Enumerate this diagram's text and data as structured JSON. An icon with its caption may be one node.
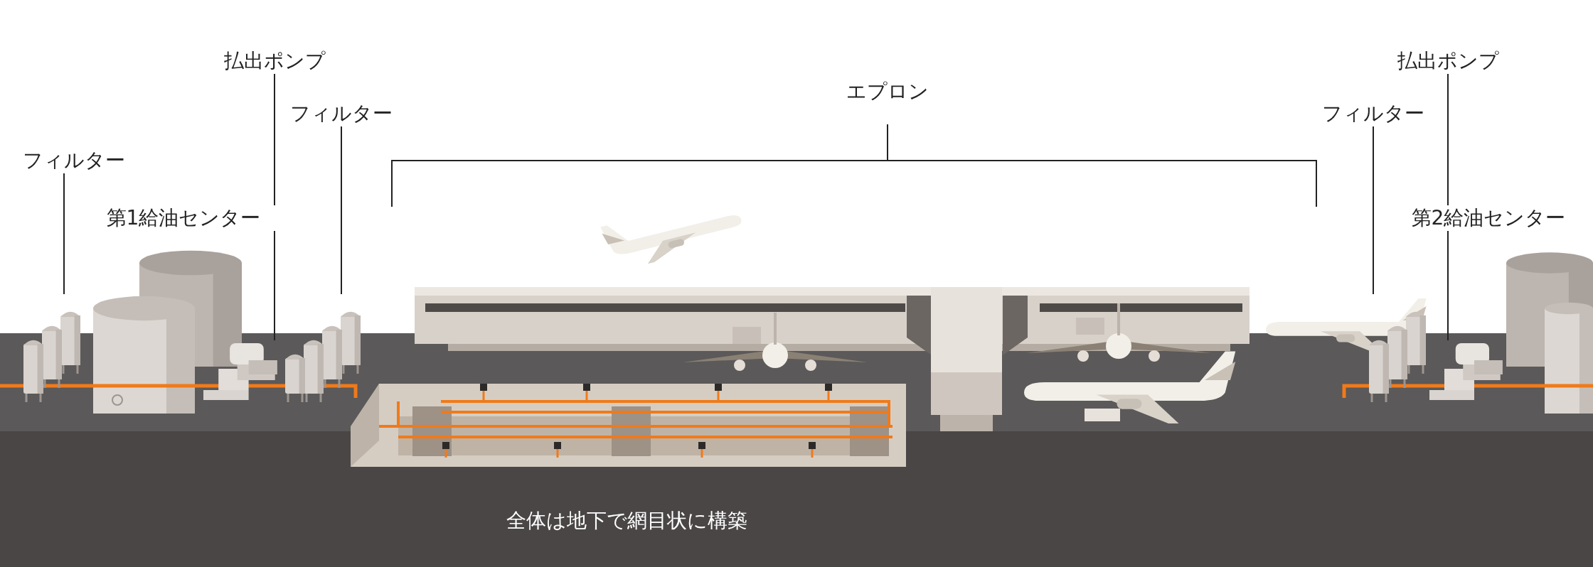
{
  "diagram": {
    "nodes": [
      {
        "text": [
          "フィルター"
        ]
      },
      {
        "text": [],
        "shape": "picture"
      },
      {
        "text": [
          "払出ポンプ"
        ]
      },
      {
        "text": [
          "第1給油センター"
        ]
      },
      {
        "text": [],
        "shape": "picture"
      },
      {
        "text": [
          "フィルター"
        ]
      },
      {
        "text": [],
        "shape": "picture"
      },
      {
        "text": [
          "フィルター"
        ]
      },
      {
        "text": [],
        "shape": "picture"
      },
      {
        "text": [
          "払出ポンプ"
        ]
      },
      {
        "text": [
          "第2給油センター"
        ]
      },
      {
        "text": [],
        "shape": "picture"
      }
    ],
    "edges": [
      {
        "from": 0,
        "to": 1,
        "arrow": "none"
      },
      {
        "from": 2,
        "to": 3,
        "arrow": "none"
      },
      {
        "from": 3,
        "to": 4,
        "arrow": "none"
      },
      {
        "from": 5,
        "to": 6,
        "arrow": "none"
      },
      {
        "from": 7,
        "to": 8,
        "arrow": "none"
      },
      {
        "from": 9,
        "to": 10,
        "arrow": "none"
      },
      {
        "from": 10,
        "to": 11,
        "arrow": "none"
      }
    ],
    "labels": [
      "エプロン",
      "全体は地下で網目状に構築"
    ]
  }
}
